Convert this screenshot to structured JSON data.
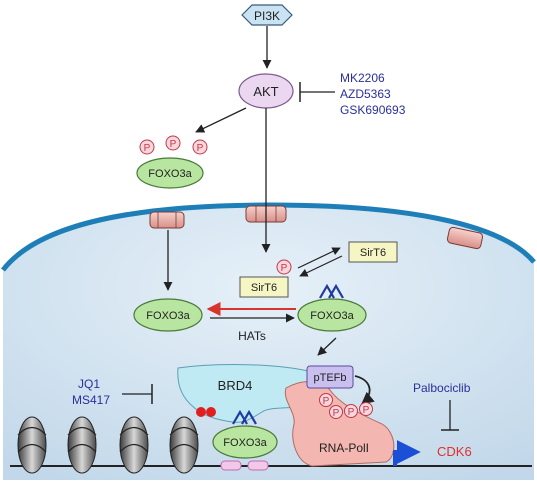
{
  "nodes": {
    "pi3k": "PI3K",
    "akt": "AKT",
    "foxo3a_top": "FOXO3a",
    "foxo3a_mid_left": "FOXO3a",
    "foxo3a_mid_right": "FOXO3a",
    "foxo3a_dna": "FOXO3a",
    "sirt6_top": "SirT6",
    "sirt6_mid": "SirT6",
    "hats": "HATs",
    "brd4": "BRD4",
    "ptefb": "pTEFb",
    "rna_pol": "RNA-PolI",
    "cdk6": "CDK6"
  },
  "inhibitors": {
    "akt": [
      "MK2206",
      "AZD5363",
      "GSK690693"
    ],
    "brd4": [
      "JQ1",
      "MS417"
    ],
    "cdk6": "Palbociclib"
  },
  "marks": {
    "phospho": "P",
    "acetyl": "AA"
  },
  "colors": {
    "inhibitor_text": "#2a2f9a",
    "cdk6": "#e0302a",
    "promoter_arrow": "#1a4fd6",
    "membrane": "#1e7fb8",
    "nucleus_fill": "#cfe0ee",
    "ellipse_fill": "#b8e6a0",
    "brd4_fill": "#bfeaf3",
    "ptefb_fill": "#c9c0f0",
    "rnapol_fill": "#f3b6b0",
    "akt_fill": "#ecd7f0",
    "sirt6_fill": "#f6f6c4",
    "acetyl_mark": "#1f3a9e",
    "red_arrow": "#d9342b",
    "phospho_fill": "#f9d6dc"
  }
}
